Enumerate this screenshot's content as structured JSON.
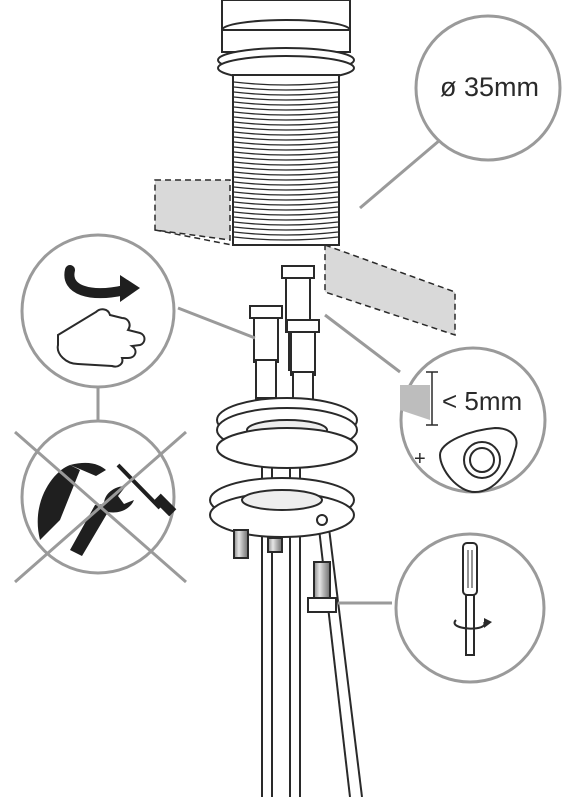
{
  "callouts": {
    "diameter": {
      "text": "ø 35mm"
    },
    "gap": {
      "text": "< 5mm"
    },
    "washer": {
      "text": "+"
    }
  },
  "icons": [
    "threaded-tap-body",
    "hand-tighten-icon",
    "no-tools-icon",
    "screwdriver-icon",
    "triangular-washer-icon",
    "flexible-hoses",
    "mounting-nut"
  ],
  "colors": {
    "line": "#2a2a2a",
    "circle": "#9a9a9a",
    "counter": "#d9d9d9",
    "metal": "#bdbdbd"
  }
}
